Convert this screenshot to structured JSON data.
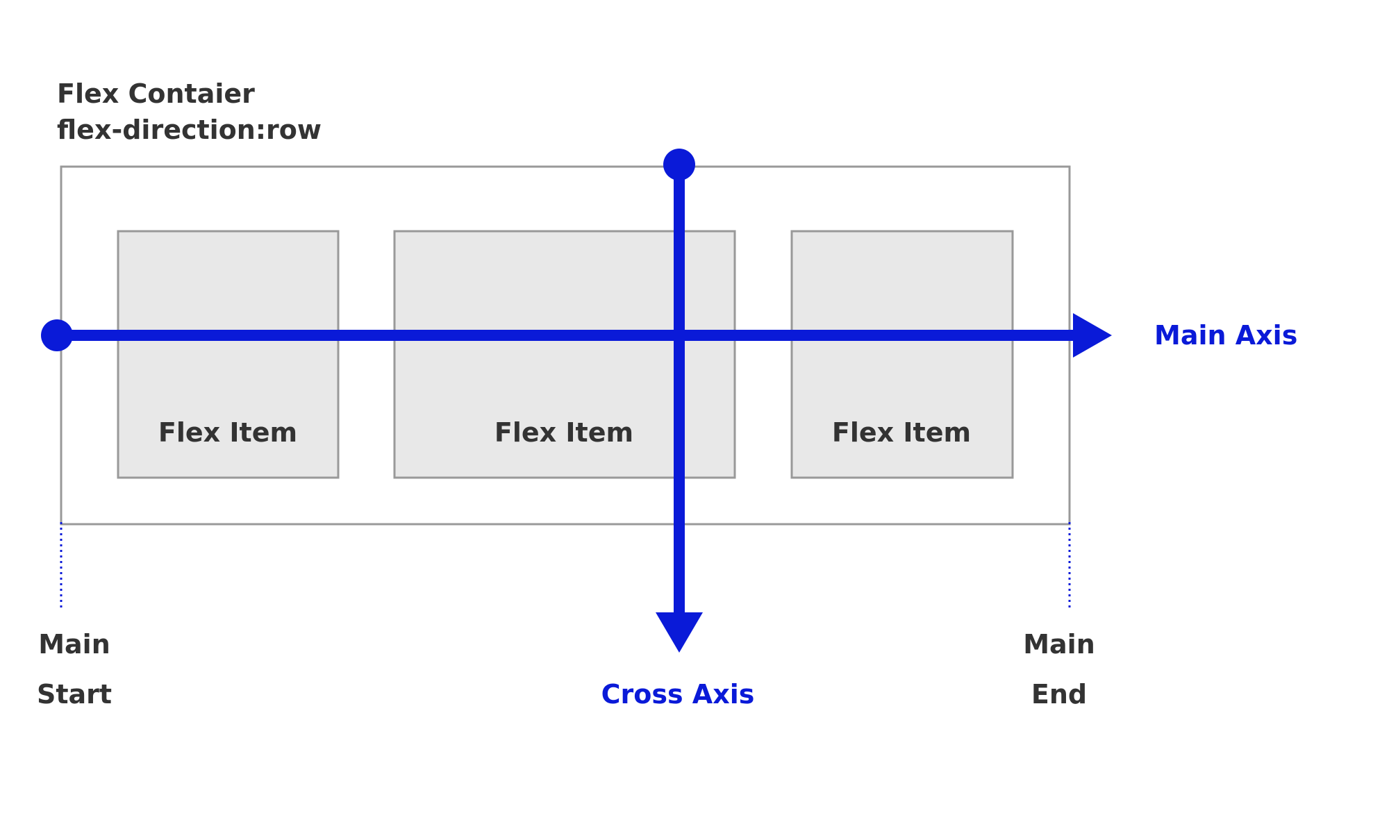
{
  "container": {
    "title_line1": "Flex Contaier",
    "title_line2": "flex-direction:row"
  },
  "items": [
    {
      "label": "Flex Item"
    },
    {
      "label": "Flex Item"
    },
    {
      "label": "Flex Item"
    }
  ],
  "axes": {
    "main_label": "Main Axis",
    "cross_label": "Cross Axis"
  },
  "ends": {
    "start_line1": "Main",
    "start_line2": "Start",
    "end_line1": "Main",
    "end_line2": "End"
  },
  "colors": {
    "axis": "#0a1ad8",
    "border": "#999999",
    "item_fill": "#e8e8e8",
    "text": "#333333"
  }
}
